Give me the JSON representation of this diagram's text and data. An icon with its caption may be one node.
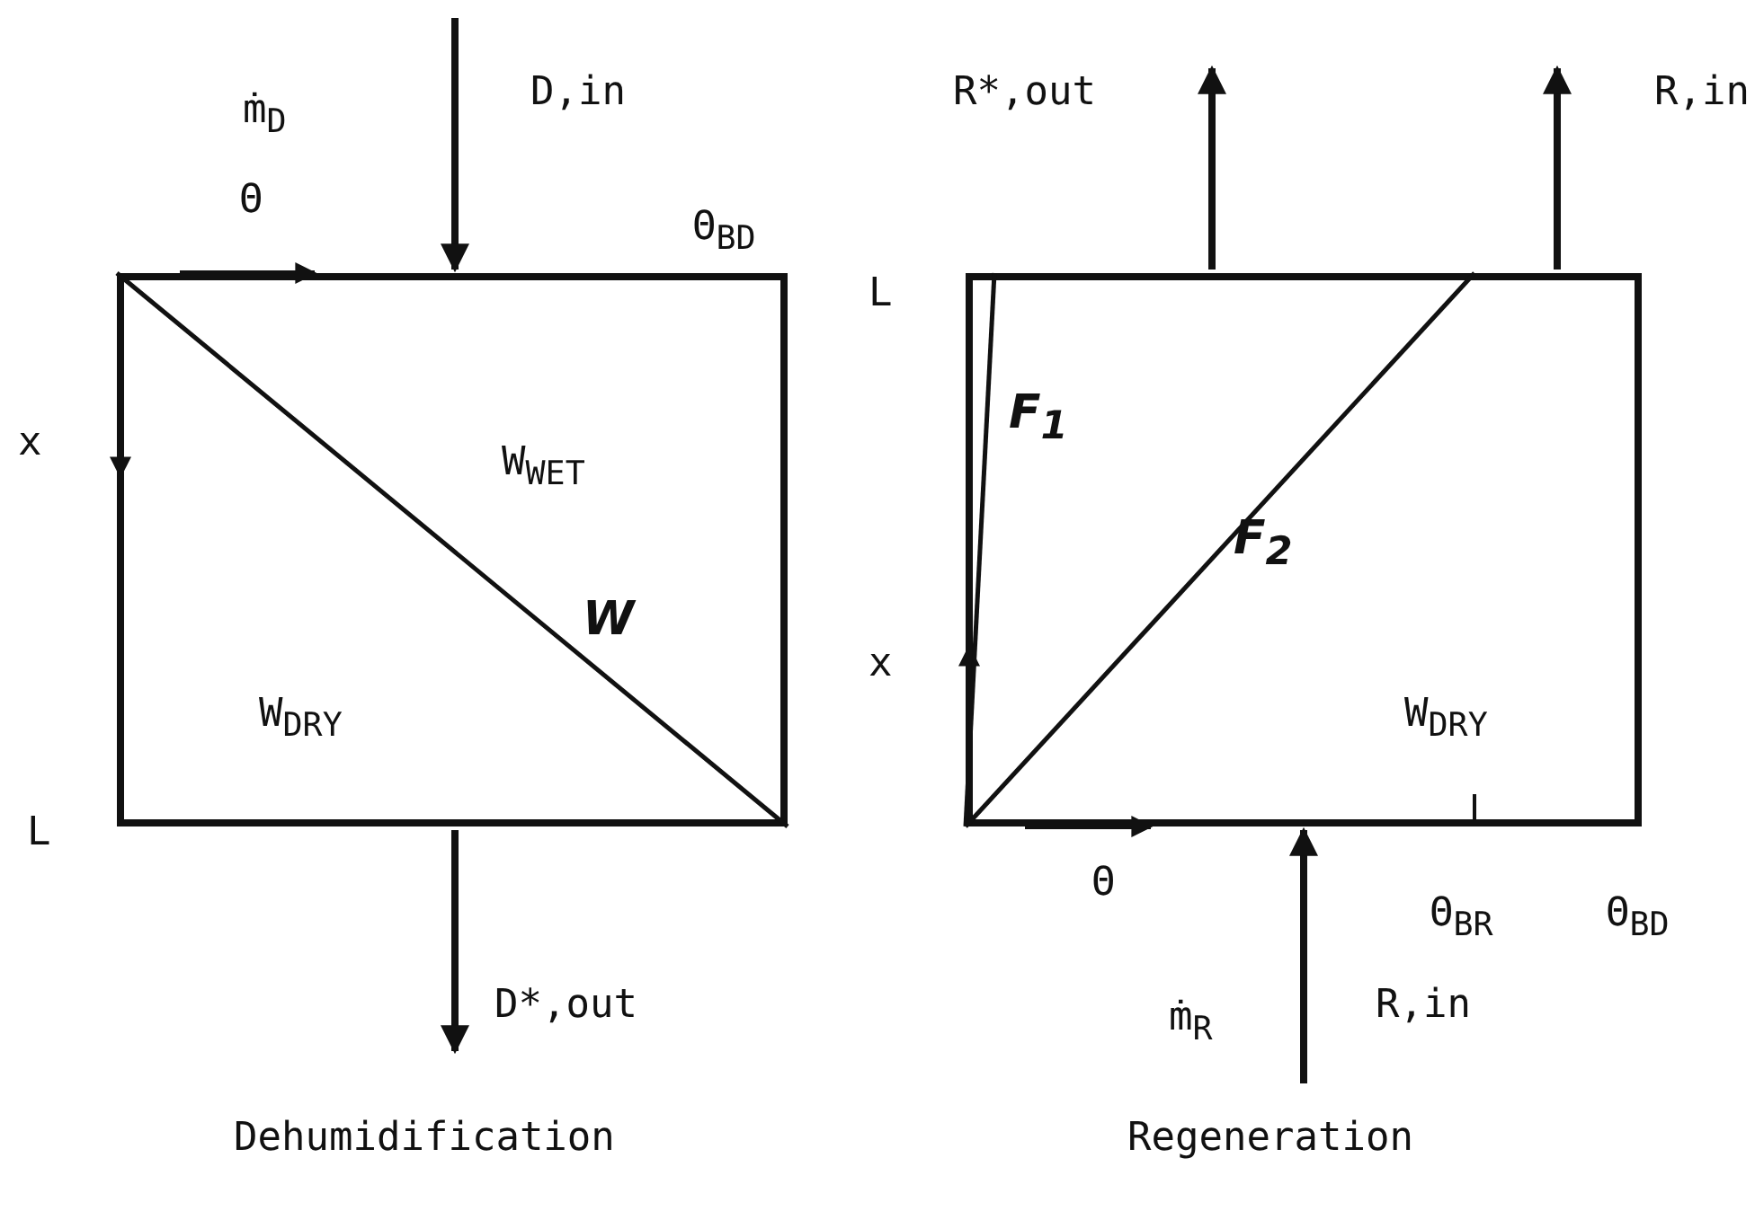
{
  "diagram": {
    "nodes": [
      {
        "text": [
          "W$_{WET}$",
          "W",
          "W$_{DRY}$"
        ]
      },
      {
        "text": [
          "F$_{1}$",
          "F$_{2}$",
          "W$_{DRY}$"
        ]
      }
    ],
    "edges": [
      {
        "from": null,
        "to": 0,
        "arrow": "to"
      },
      {
        "from": 0,
        "to": null,
        "arrow": "to"
      },
      {
        "from": 1,
        "to": null,
        "arrow": "to"
      },
      {
        "from": 1,
        "to": null,
        "arrow": "to"
      },
      {
        "from": null,
        "to": 1,
        "arrow": "to"
      }
    ],
    "labels": [
      "ṁ$_{D}$",
      "D,in",
      "Θ",
      "Θ$_{BD}$",
      "x",
      "L",
      "D*,out",
      "R*,out",
      "R,in",
      "L",
      "x",
      "Θ",
      "Θ$_{BR}$",
      "Θ$_{BD}$",
      "ṁ$_{R}$",
      "R,in",
      "Dehumidification",
      "Regeneration"
    ]
  }
}
